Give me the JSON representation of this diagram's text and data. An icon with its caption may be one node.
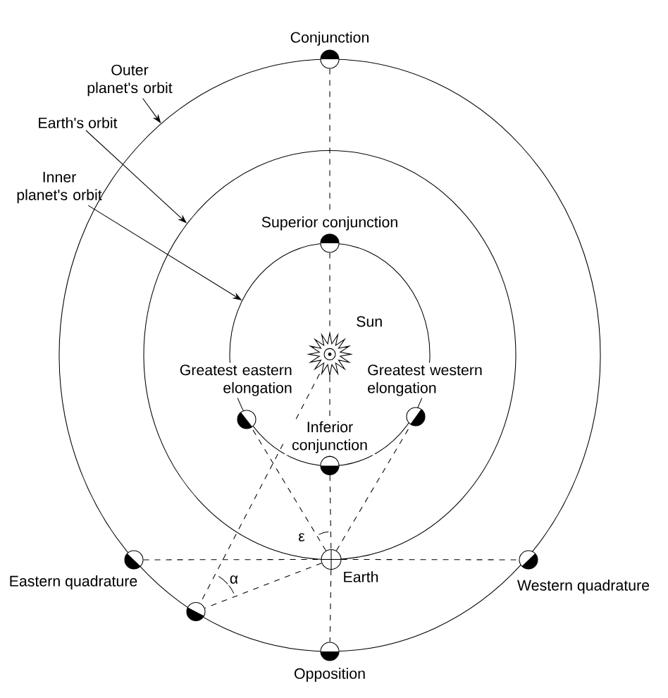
{
  "diagram": {
    "nodes": [
      {
        "text": [],
        "shape": "circle"
      },
      {
        "text": [],
        "shape": "circle",
        "in": 0
      },
      {
        "text": [],
        "shape": "circle",
        "in": 1
      },
      {
        "text": [
          "Outer planet's orbit"
        ]
      },
      {
        "text": [
          "Earth's orbit"
        ]
      },
      {
        "text": [
          "Inner planet's orbit"
        ]
      },
      {
        "text": [],
        "shape": "circle",
        "beside": [
          "Conjunction"
        ]
      },
      {
        "text": [],
        "shape": "circle",
        "in": 1,
        "beside": [
          "Superior conjunction"
        ]
      },
      {
        "text": [],
        "shape": "star",
        "in": 2,
        "beside": [
          "Sun"
        ]
      },
      {
        "text": [],
        "shape": "circle",
        "in": 1,
        "beside": [
          "Greatest eastern elongation"
        ]
      },
      {
        "text": [],
        "shape": "circle",
        "in": 1,
        "beside": [
          "Greatest western elongation"
        ]
      },
      {
        "text": [],
        "shape": "circle",
        "in": 2,
        "beside": [
          "Inferior conjunction"
        ]
      },
      {
        "text": [],
        "shape": "circle",
        "beside": [
          "Eastern quadrature"
        ]
      },
      {
        "text": [],
        "shape": "circle",
        "in": 0,
        "beside": [
          "Earth"
        ]
      },
      {
        "text": [],
        "shape": "circle",
        "beside": [
          "Western quadrature"
        ]
      },
      {
        "text": [],
        "shape": "circle",
        "in": 0
      },
      {
        "text": [],
        "shape": "circle",
        "beside": [
          "Opposition"
        ]
      }
    ],
    "edges": [
      {
        "from": 3,
        "to": 0,
        "arrow": "to"
      },
      {
        "from": 4,
        "to": 1,
        "arrow": "to"
      },
      {
        "from": 5,
        "to": 2,
        "arrow": "to"
      },
      {
        "from": 6,
        "to": 7,
        "arrow": "none",
        "style": "dashed"
      },
      {
        "from": 7,
        "to": 8,
        "arrow": "none",
        "style": "dashed"
      },
      {
        "from": 8,
        "to": 11,
        "arrow": "none",
        "style": "dashed"
      },
      {
        "from": 11,
        "to": 13,
        "arrow": "none",
        "style": "dashed"
      },
      {
        "from": 13,
        "to": 16,
        "arrow": "none",
        "style": "dashed"
      },
      {
        "from": 12,
        "to": 13,
        "arrow": "none",
        "style": "dashed"
      },
      {
        "from": 13,
        "to": 14,
        "arrow": "none",
        "style": "dashed"
      },
      {
        "from": 13,
        "to": 9,
        "arrow": "none",
        "style": "dashed"
      },
      {
        "from": 13,
        "to": 10,
        "arrow": "none",
        "style": "dashed"
      },
      {
        "from": 8,
        "to": 15,
        "arrow": "none",
        "style": "dashed"
      },
      {
        "from": 13,
        "to": 15,
        "arrow": "none",
        "style": "dashed"
      }
    ],
    "labels": [
      "ε",
      "α"
    ]
  }
}
